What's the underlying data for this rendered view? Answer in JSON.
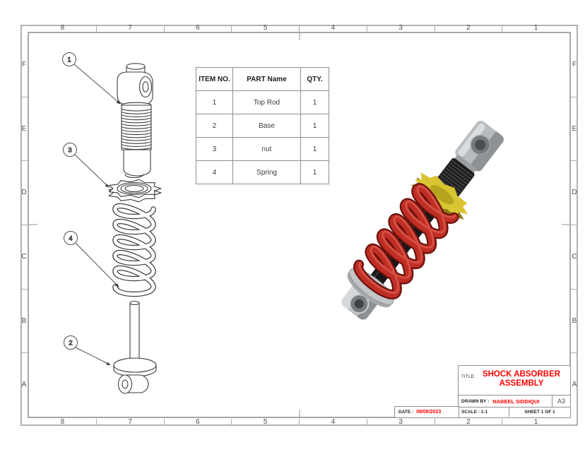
{
  "sheet": {
    "zone_columns": [
      "8",
      "7",
      "6",
      "5",
      "4",
      "3",
      "2",
      "1"
    ],
    "zone_rows": [
      "F",
      "E",
      "D",
      "C",
      "B",
      "A"
    ]
  },
  "bom_table": {
    "headers": [
      "ITEM NO.",
      "PART Name",
      "QTY."
    ],
    "rows": [
      [
        "1",
        "Top Rod",
        "1"
      ],
      [
        "2",
        "Base",
        "1"
      ],
      [
        "3",
        "nut",
        "1"
      ],
      [
        "4",
        "Spring",
        "1"
      ]
    ]
  },
  "balloons": {
    "top_rod": "1",
    "nut": "3",
    "spring": "4",
    "base": "2"
  },
  "title_block": {
    "title_label": "TITLE:",
    "title_line1": "SHOCK ABSORBER",
    "title_line2": "ASSEMBLY",
    "drawn_by_label": "DRAWN BY :",
    "drawn_by_value": "NABEEL SIDDIQUI",
    "paper_size": "A3",
    "date_label": "DATE :",
    "date_value": "08/08/2023",
    "scale_label": "SCALE : 1:1",
    "sheet_label": "SHEET 1 OF 1"
  },
  "colors": {
    "title_red": "#ff0000",
    "spring_red": "#bf2e24",
    "spring_dark": "#6b120c",
    "spring_highlight": "#d85347",
    "nut_yellow": "#d9c532",
    "nut_dark": "#8a7612",
    "metal_gray": "#b9bcbf",
    "body_black": "#17171a",
    "frame_gray": "#adadad",
    "line_dark": "#3c3c3c"
  }
}
